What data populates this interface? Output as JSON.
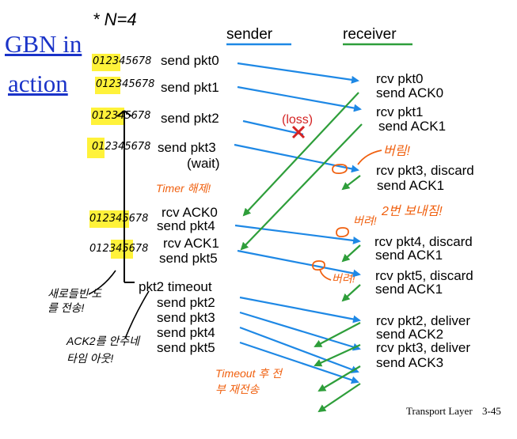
{
  "handwritten_window": "* N=4",
  "title": {
    "line1": "GBN in",
    "line2": "action"
  },
  "headers": {
    "sender": "sender",
    "receiver": "receiver"
  },
  "sender_events": [
    "send pkt0",
    "send pkt1",
    "send pkt2",
    "send pkt3",
    "(wait)",
    "rcv ACK0",
    "send pkt4",
    "rcv ACK1",
    "send pkt5",
    "pkt2 timeout",
    "send pkt2",
    "send pkt3",
    "send pkt4",
    "send pkt5"
  ],
  "receiver_events": [
    "rcv pkt0",
    "send ACK0",
    "rcv pkt1",
    "send ACK1",
    "rcv pkt3, discard",
    "send ACK1",
    "rcv pkt4, discard",
    "send ACK1",
    "rcv pkt5, discard",
    "send ACK1",
    "rcv pkt2, deliver",
    "send ACK2",
    "rcv pkt3, deliver",
    "send ACK3"
  ],
  "seq_numbers": [
    "012345678",
    "012345678",
    "012345678",
    "012345678",
    "012345678",
    "012345678"
  ],
  "loss_label": "(loss)",
  "annotations": {
    "timer": "Timer 해제!",
    "discard1": "버림!",
    "discard2": "버려!",
    "discard3": "버려!",
    "twice": "2번 보내짐!",
    "retransmit": "Timeout 후 전부 재전송",
    "window_note": "새로들빈 도를 전송!",
    "ack2_note": "ACK2를 안주네 타임 아웃!"
  },
  "footer": {
    "text": "Transport Layer",
    "page": "3-45"
  },
  "colors": {
    "title": "#1a33c8",
    "sender_line": "#1e88e5",
    "receiver_line": "#2e9e3a",
    "highlight": "#fff23a",
    "note": "#f0600f",
    "loss": "#d42424"
  }
}
